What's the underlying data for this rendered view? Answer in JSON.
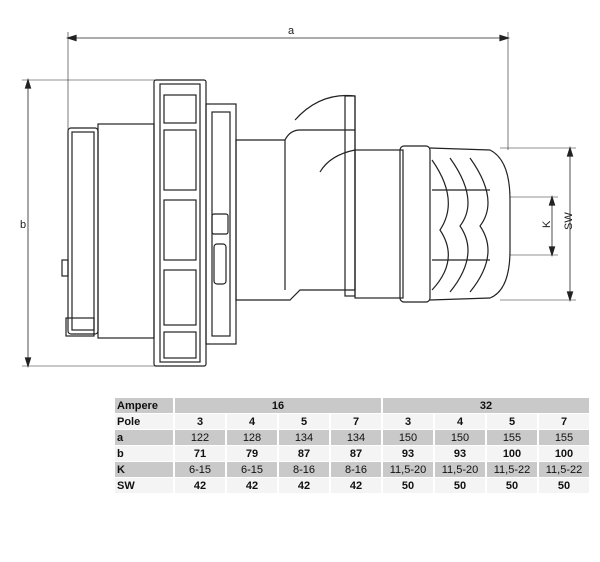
{
  "dimensions": {
    "a": "a",
    "b": "b",
    "K": "K",
    "SW": "SW"
  },
  "table": {
    "ampere_label": "Ampere",
    "ampere_values": [
      "16",
      "32"
    ],
    "rows": [
      {
        "label": "Pole",
        "values": [
          "3",
          "4",
          "5",
          "7",
          "3",
          "4",
          "5",
          "7"
        ]
      },
      {
        "label": "a",
        "values": [
          "122",
          "128",
          "134",
          "134",
          "150",
          "150",
          "155",
          "155"
        ]
      },
      {
        "label": "b",
        "values": [
          "71",
          "79",
          "87",
          "87",
          "93",
          "93",
          "100",
          "100"
        ]
      },
      {
        "label": "K",
        "values": [
          "6-15",
          "6-15",
          "8-16",
          "8-16",
          "11,5-20",
          "11,5-20",
          "11,5-22",
          "11,5-22"
        ]
      },
      {
        "label": "SW",
        "values": [
          "42",
          "42",
          "42",
          "42",
          "50",
          "50",
          "50",
          "50"
        ]
      }
    ]
  }
}
